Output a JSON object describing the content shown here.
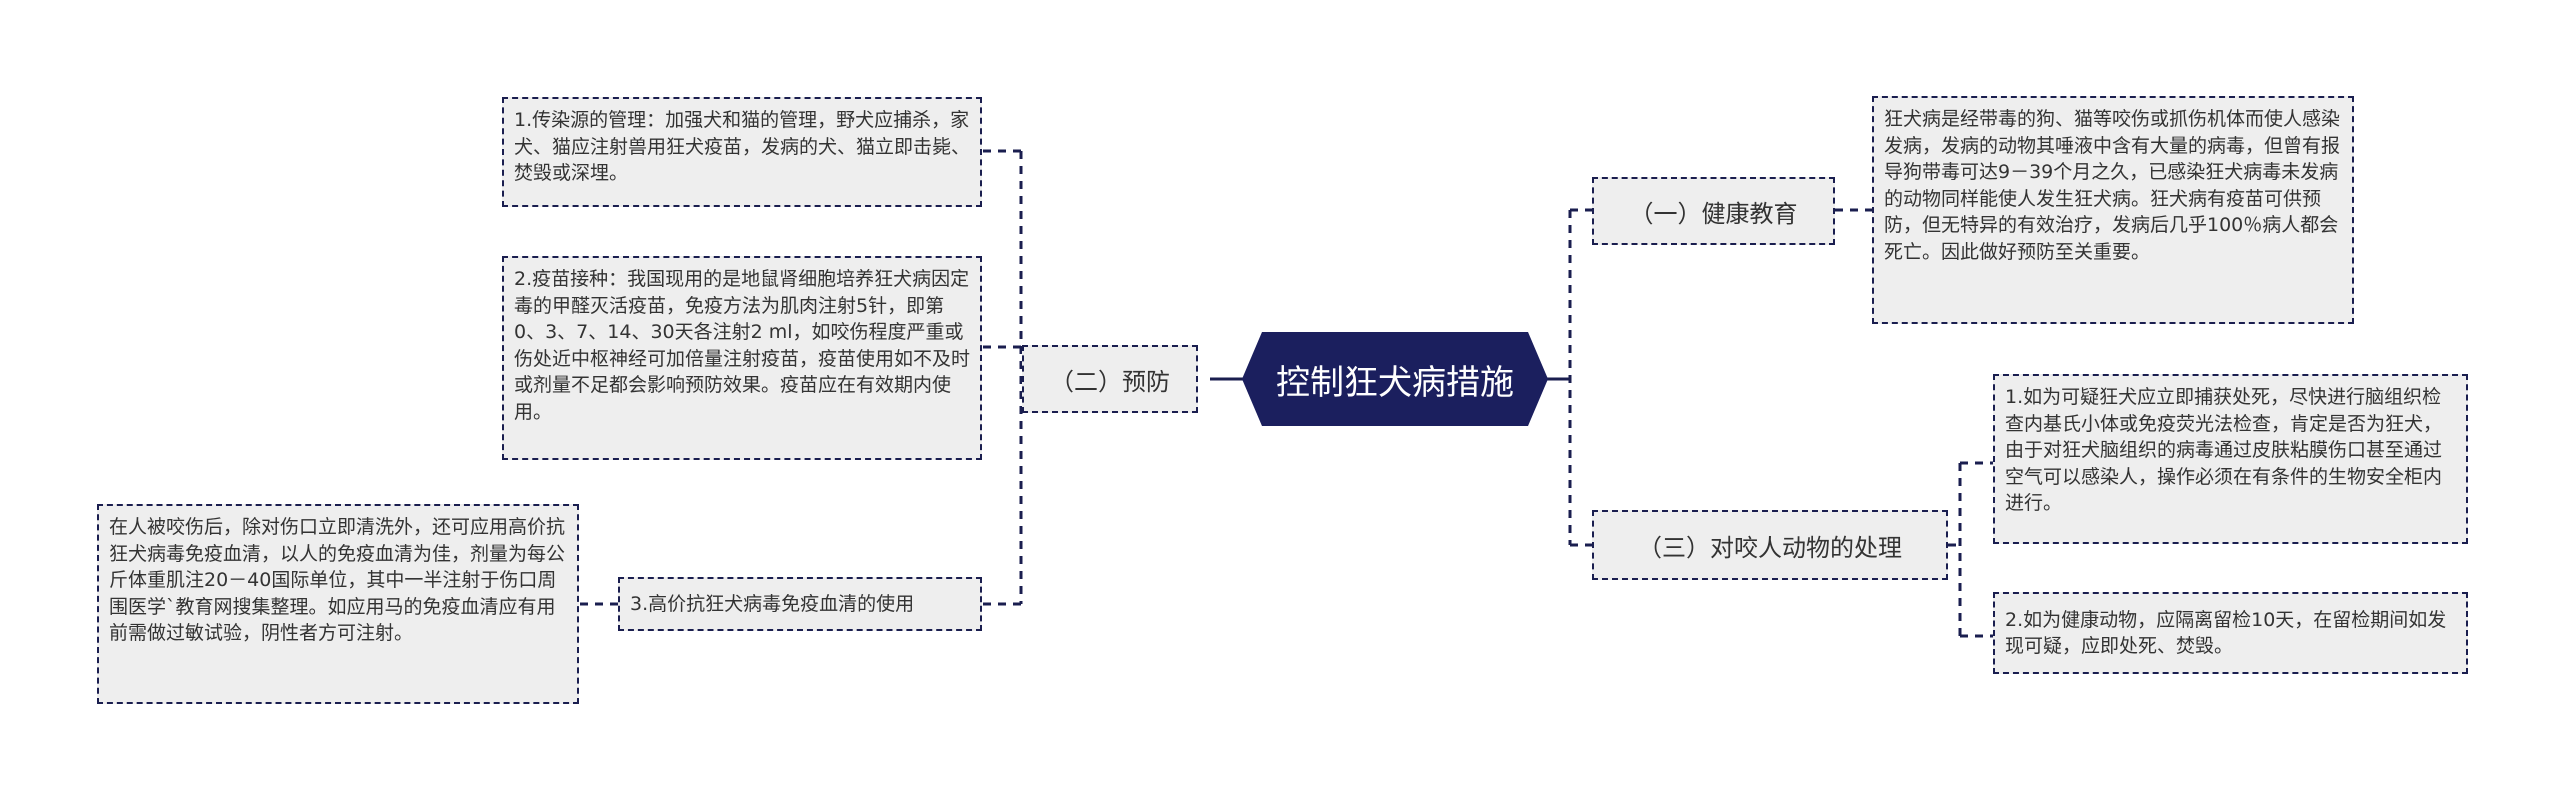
{
  "root": {
    "label": "控制狂犬病措施",
    "color": "#1b1f5e"
  },
  "branches": {
    "prevention": {
      "label": "（二）预防",
      "children": {
        "item1": "1.传染源的管理：加强犬和猫的管理，野犬应捕杀，家犬、猫应注射兽用狂犬疫苗，发病的犬、猫立即击毙、焚毁或深埋。",
        "item2": "2.疫苗接种：我国现用的是地鼠肾细胞培养狂犬病因定毒的甲醛灭活疫苗，免疫方法为肌肉注射5针，即第0、3、7、14、30天各注射2 ml，如咬伤程度严重或伤处近中枢神经可加倍量注射疫苗，疫苗使用如不及时或剂量不足都会影响预防效果。疫苗应在有效期内使用。",
        "item3": {
          "label": "3.高价抗狂犬病毒免疫血清的使用",
          "detail": "在人被咬伤后，除对伤口立即清洗外，还可应用高价抗狂犬病毒免疫血清，以人的免疫血清为佳，剂量为每公斤体重肌注20－40国际单位，其中一半注射于伤口周围医学`教育网搜集整理。如应用马的免疫血清应有用前需做过敏试验，阴性者方可注射。"
        }
      }
    },
    "education": {
      "label": "（一）健康教育",
      "detail": "狂犬病是经带毒的狗、猫等咬伤或抓伤机体而使人感染发病，发病的动物其唾液中含有大量的病毒，但曾有报导狗带毒可达9－39个月之久，已感染狂犬病毒未发病的动物同样能使人发生狂犬病。狂犬病有疫苗可供预防，但无特异的有效治疗，发病后几乎100％病人都会死亡。因此做好预防至关重要。"
    },
    "handling": {
      "label": "（三）对咬人动物的处理",
      "children": {
        "item1": "1.如为可疑狂犬应立即捕获处死，尽快进行脑组织检查内基氏小体或免疫荧光法检查，肯定是否为狂犬，由于对狂犬脑组织的病毒通过皮肤粘膜伤口甚至通过空气可以感染人，操作必须在有条件的生物安全柜内进行。",
        "item2": "2.如为健康动物，应隔离留检10天，在留检期间如发现可疑，应即处死、焚毁。"
      }
    }
  },
  "colors": {
    "line": "#1a1e4f",
    "node_fill": "#eeeeee",
    "text": "#333333"
  }
}
